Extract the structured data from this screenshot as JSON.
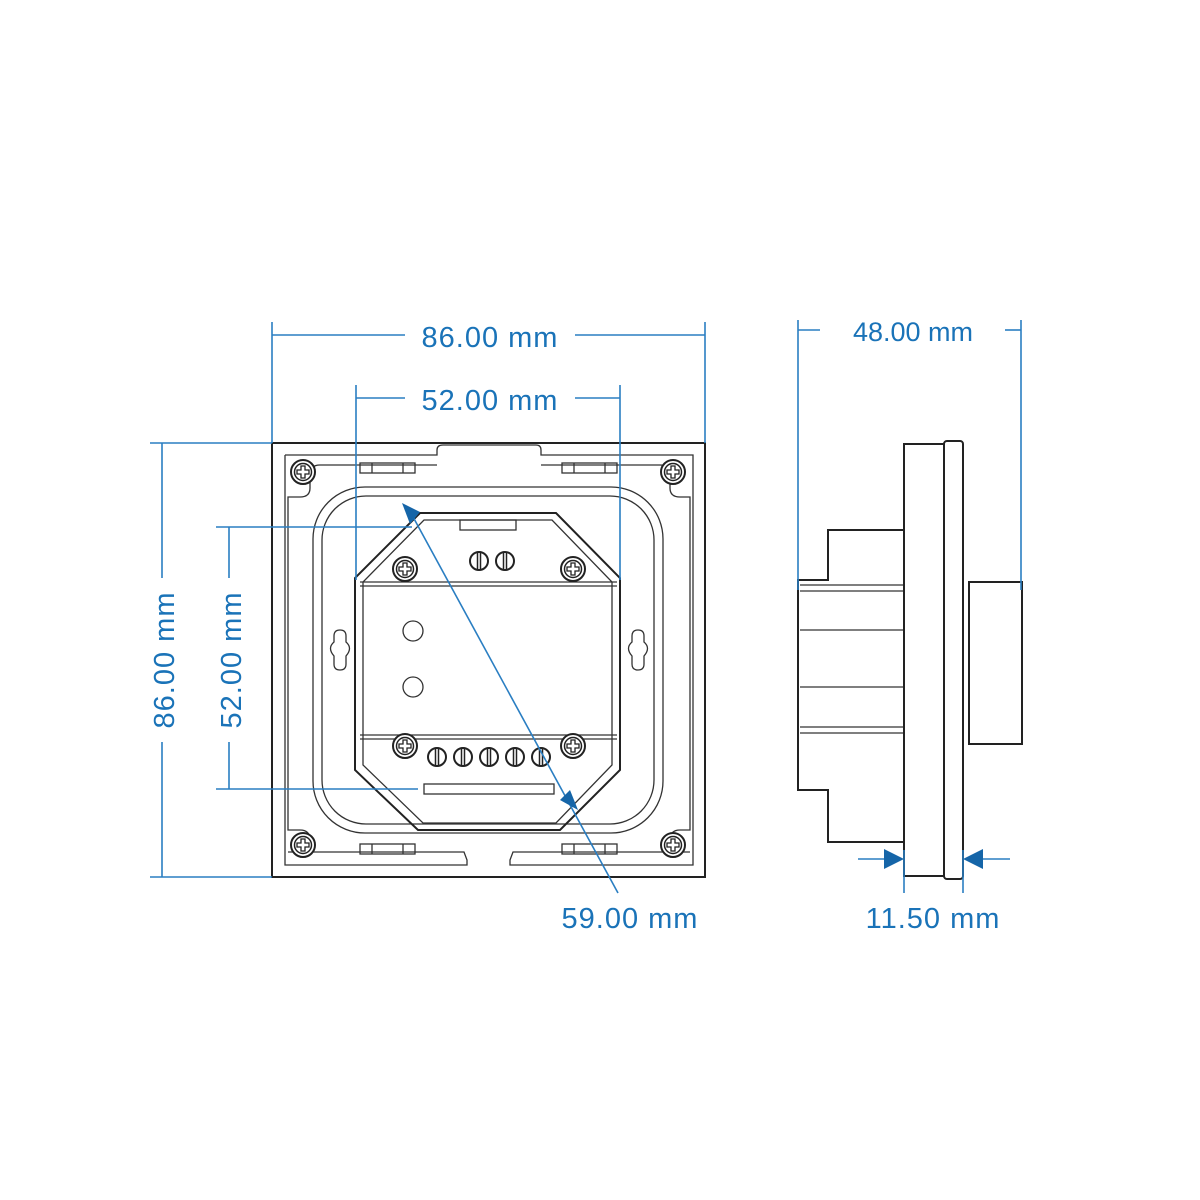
{
  "front_view": {
    "width_outer": "86.00 mm",
    "width_inner": "52.00 mm",
    "height_outer": "86.00 mm",
    "height_inner": "52.00 mm",
    "diagonal": "59.00 mm"
  },
  "side_view": {
    "depth_total": "48.00 mm",
    "plate_thickness": "11.50 mm"
  },
  "colors": {
    "dimension": "#1a73b8",
    "outline": "#222222"
  }
}
